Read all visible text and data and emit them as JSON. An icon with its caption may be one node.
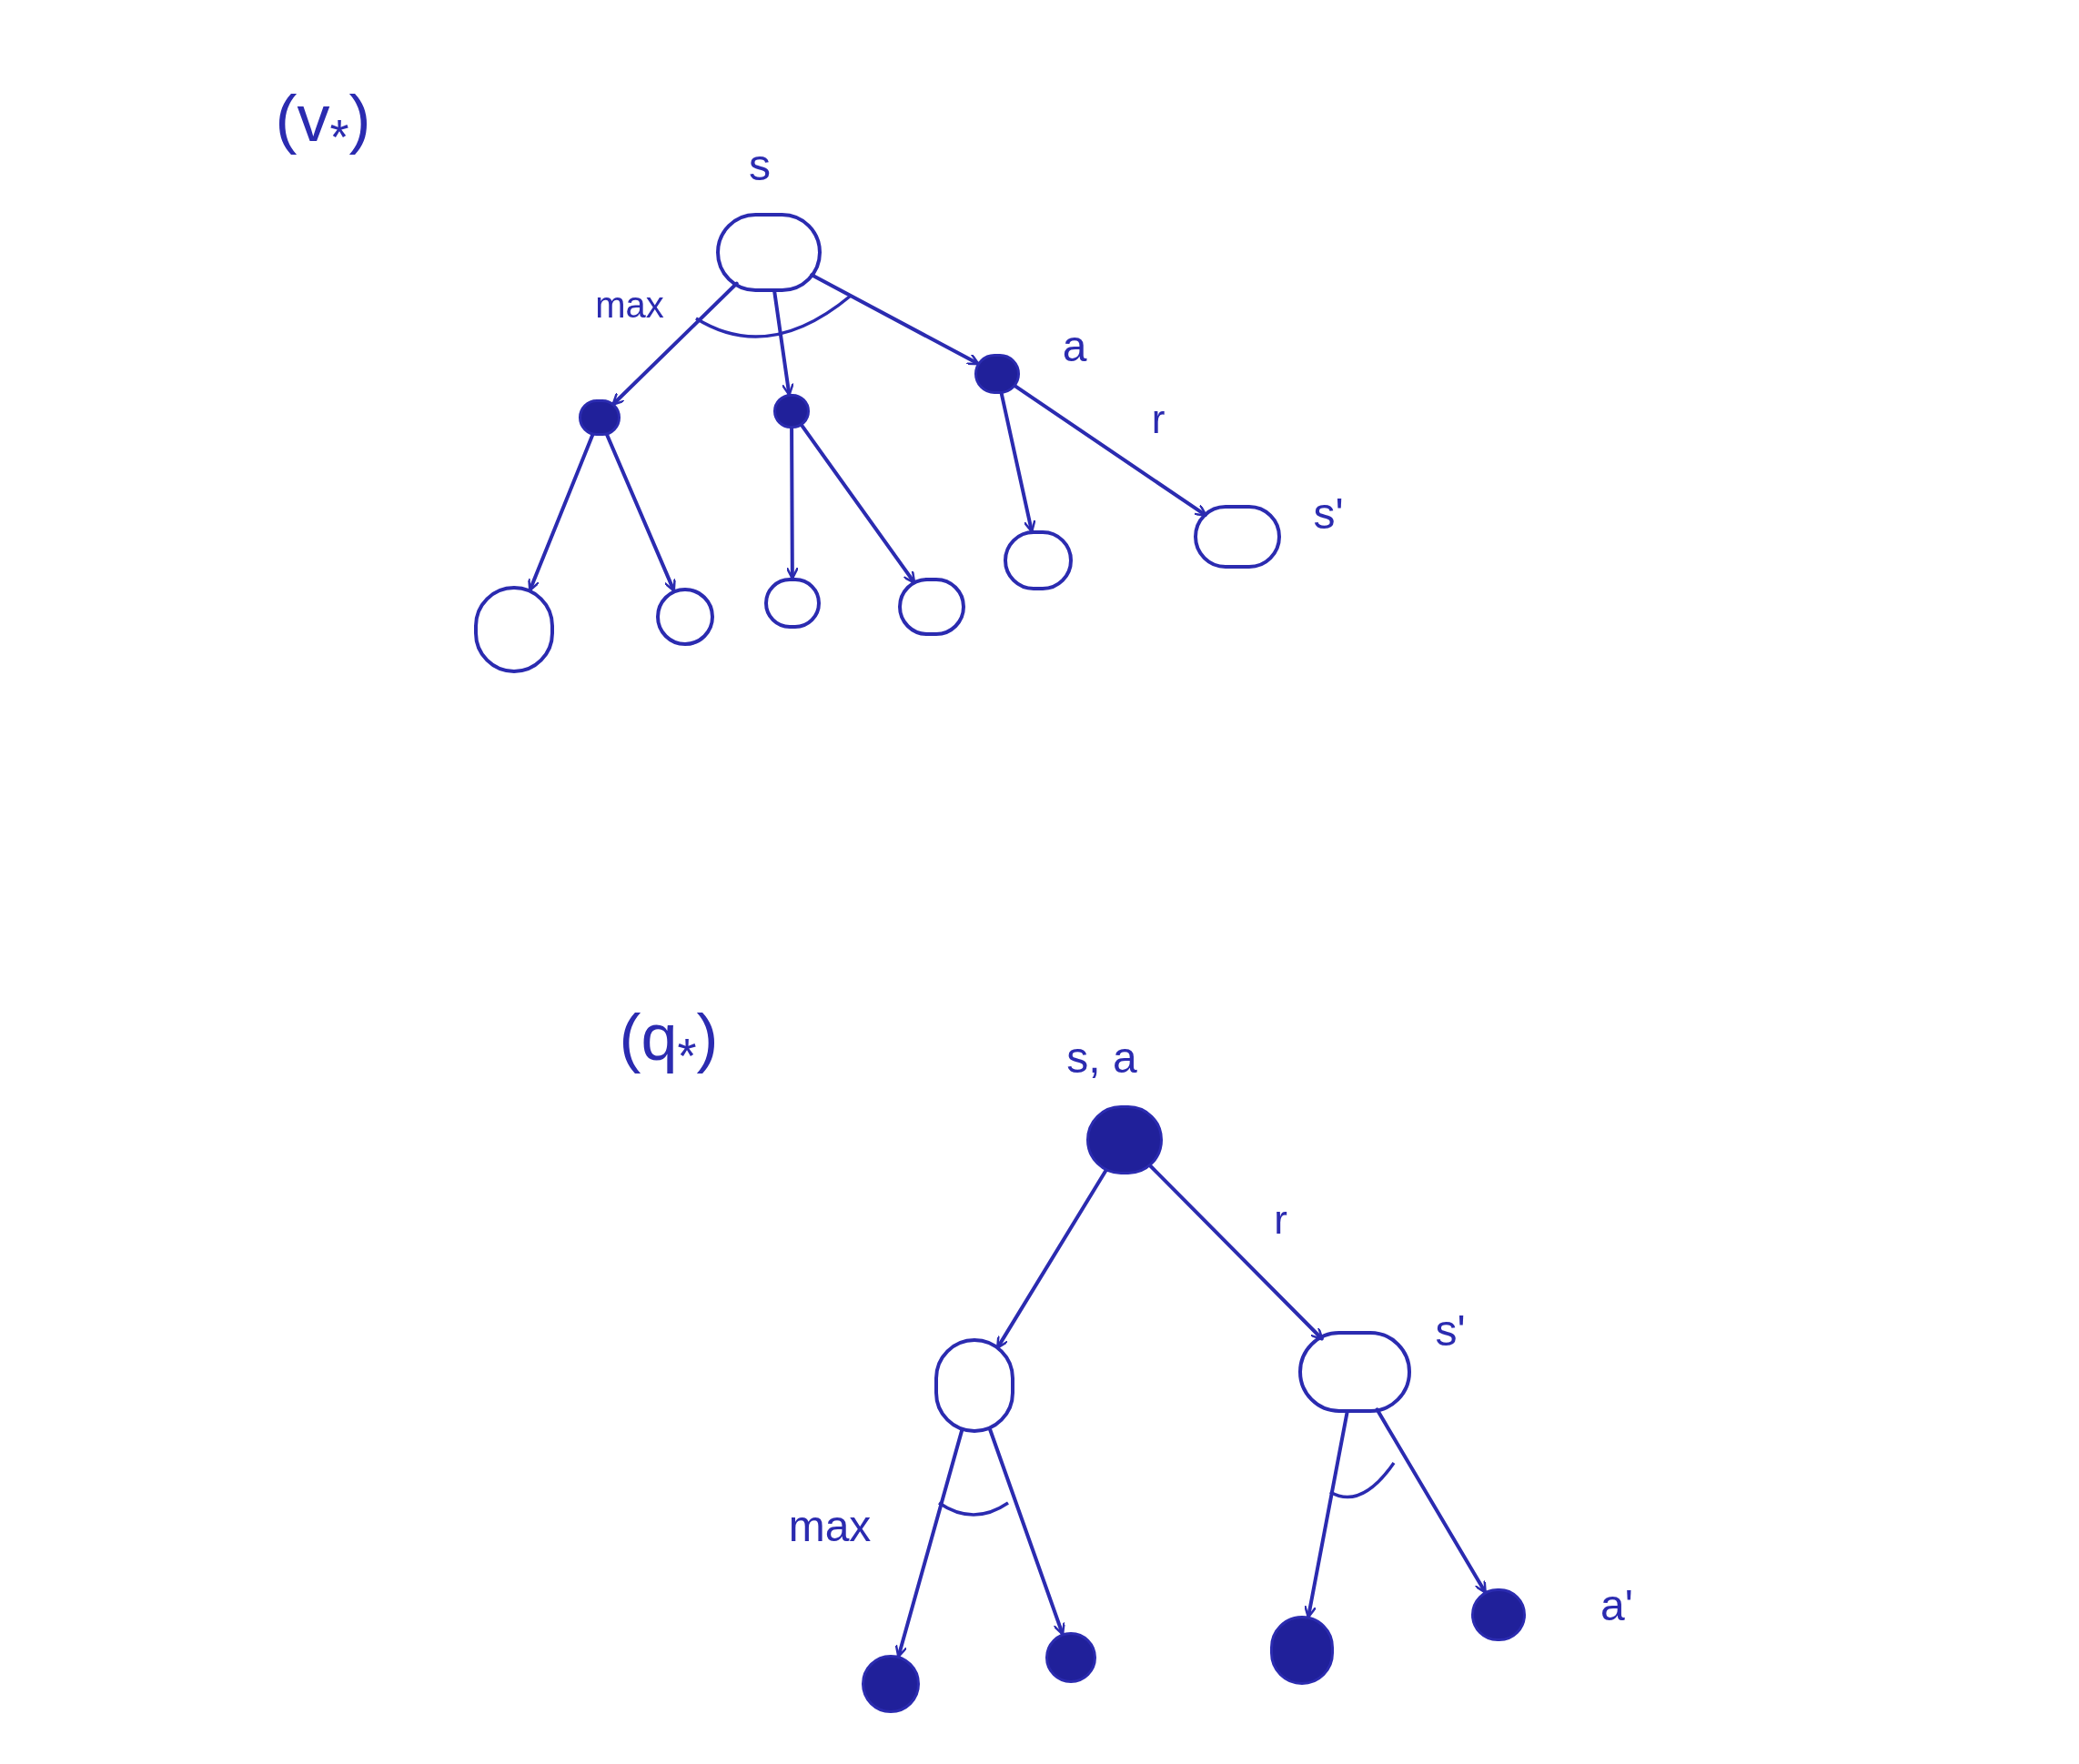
{
  "diagram": {
    "nodes": [
      {
        "text": [],
        "shape": "circle",
        "beside": [
          "s"
        ]
      },
      {
        "text": [],
        "shape": "dot"
      },
      {
        "text": [],
        "shape": "dot"
      },
      {
        "text": [],
        "shape": "dot",
        "beside": [
          "a"
        ]
      },
      {
        "text": [],
        "shape": "circle"
      },
      {
        "text": [],
        "shape": "circle"
      },
      {
        "text": [],
        "shape": "circle"
      },
      {
        "text": [],
        "shape": "circle"
      },
      {
        "text": [],
        "shape": "circle"
      },
      {
        "text": [],
        "shape": "circle",
        "beside": [
          "s'"
        ]
      },
      {
        "text": [],
        "shape": "dot",
        "beside": [
          "s, a"
        ]
      },
      {
        "text": [],
        "shape": "circle"
      },
      {
        "text": [],
        "shape": "circle",
        "beside": [
          "s'"
        ]
      },
      {
        "text": [],
        "shape": "dot"
      },
      {
        "text": [],
        "shape": "dot"
      },
      {
        "text": [],
        "shape": "dot"
      },
      {
        "text": [],
        "shape": "dot",
        "beside": [
          "a'"
        ]
      }
    ],
    "edges": [
      {
        "from": 0,
        "to": 1,
        "arrow": "to"
      },
      {
        "from": 0,
        "to": 2,
        "arrow": "to"
      },
      {
        "from": 0,
        "to": 3,
        "arrow": "to"
      },
      {
        "from": 1,
        "to": 4,
        "arrow": "to"
      },
      {
        "from": 1,
        "to": 5,
        "arrow": "to"
      },
      {
        "from": 2,
        "to": 6,
        "arrow": "to"
      },
      {
        "from": 2,
        "to": 7,
        "arrow": "to"
      },
      {
        "from": 3,
        "to": 8,
        "arrow": "to"
      },
      {
        "from": 3,
        "to": 9,
        "arrow": "to",
        "label": "r"
      },
      {
        "from": 10,
        "to": 11,
        "arrow": "to"
      },
      {
        "from": 10,
        "to": 12,
        "arrow": "to",
        "label": "r"
      },
      {
        "from": 11,
        "to": 13,
        "arrow": "to"
      },
      {
        "from": 11,
        "to": 14,
        "arrow": "to"
      },
      {
        "from": 12,
        "to": 15,
        "arrow": "to"
      },
      {
        "from": 12,
        "to": 16,
        "arrow": "to"
      }
    ],
    "labels": [
      "(v$_{*}$)",
      "max",
      "(q$_{*}$)",
      "max"
    ]
  }
}
